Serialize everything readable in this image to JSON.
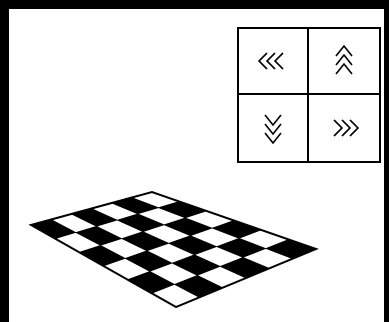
{
  "board": {
    "rows": 6,
    "cols": 6,
    "dark_color": "#000000",
    "light_color": "#ffffff"
  },
  "controls": [
    {
      "direction": "left",
      "icon": "triple-chevron-left-icon"
    },
    {
      "direction": "up",
      "icon": "triple-chevron-up-icon"
    },
    {
      "direction": "down",
      "icon": "triple-chevron-down-icon"
    },
    {
      "direction": "right",
      "icon": "triple-chevron-right-icon"
    }
  ]
}
